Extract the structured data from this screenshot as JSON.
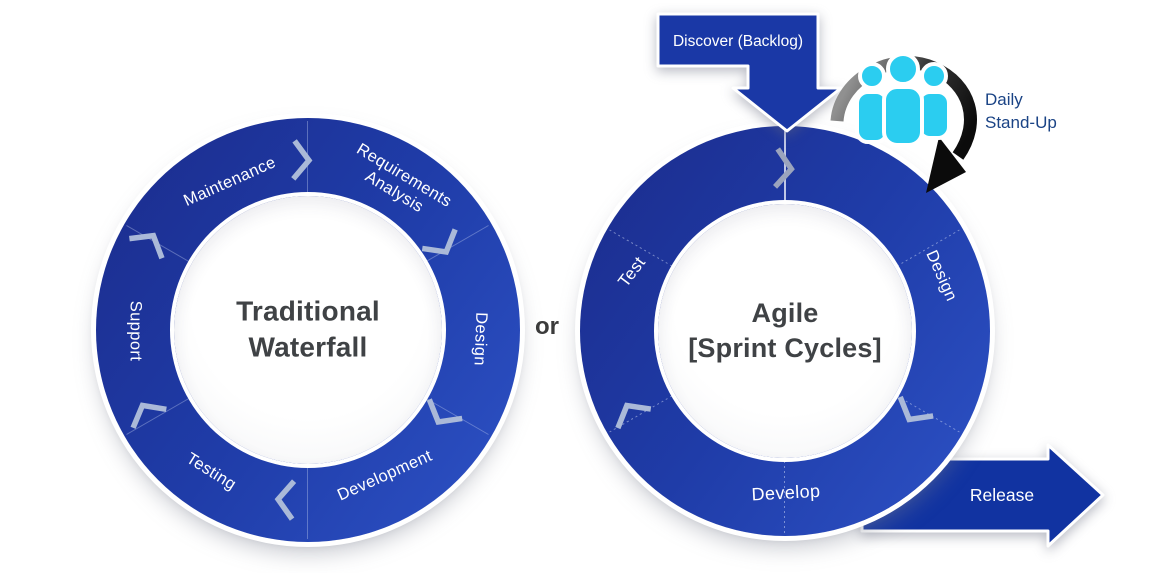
{
  "connector": {
    "or_label": "or"
  },
  "left_cycle": {
    "title_line1": "Traditional",
    "title_line2": "Waterfall",
    "labels": {
      "maintenance": "Maintenance",
      "requirements_line1": "Requirements",
      "requirements_line2": "Analysis",
      "design": "Design",
      "development": "Development",
      "testing": "Testing",
      "support": "Support"
    }
  },
  "right_cycle": {
    "title_line1": "Agile",
    "title_line2": "[Sprint Cycles]",
    "labels": {
      "test": "Test",
      "design": "Design",
      "develop": "Develop"
    }
  },
  "callouts": {
    "discover_label": "Discover (Backlog)",
    "standup_line1": "Daily",
    "standup_line2": "Stand-Up",
    "release_label": "Release"
  },
  "colors": {
    "ring_blue_dark": "#1c2e90",
    "ring_blue": "#1f3ca8",
    "ring_blue_light": "#2c50c3",
    "chevron": "#a9b6d4",
    "callout_blue": "#1a38a6",
    "release_blue": "#1133a1",
    "people_cyan": "#2bcdf0",
    "standup_arrow_black": "#0b0b0b",
    "title_text": "#3f4245",
    "standup_text": "#1a4385",
    "or_text": "#3b3b3b"
  }
}
